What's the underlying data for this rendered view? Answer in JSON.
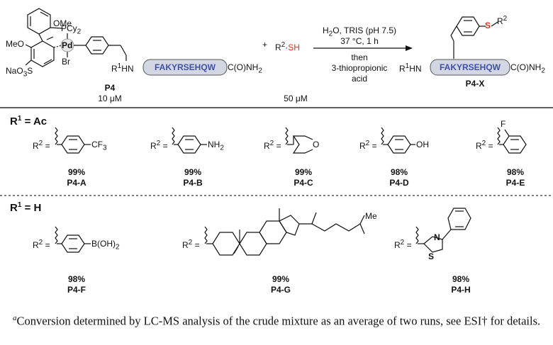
{
  "header": {
    "catalyst": {
      "name": "P4",
      "conc": "10 μM",
      "atoms": {
        "ligand": "PCy",
        "ligand_sub": "2",
        "metal": "Pd",
        "halide": "Br",
        "ome1": "OMe",
        "ome2": "MeO",
        "sulfonate": "NaO",
        "sulfonate_s": "3",
        "sulfonate_tail": "S"
      }
    },
    "peptide": {
      "sequence": "FAKYRSEHQW",
      "n_term": "R",
      "n_term_sup": "1",
      "n_term_tail": "HN",
      "c_term": "C(O)NH",
      "c_term_sub": "2"
    },
    "thiol": {
      "plus": "+",
      "r": "R",
      "r_sup": "2",
      "dot": "·",
      "sh": "SH",
      "conc": "50 μM"
    },
    "conditions": {
      "line1": "H",
      "line1_sub": "2",
      "line1_tail": "O, TRIS (pH 7.5)",
      "line2": "37 °C, 1 h",
      "line3": "then",
      "line4": "3-thiopropionic",
      "line5": "acid"
    },
    "product": {
      "name": "P4-X",
      "s": "S",
      "r": "R",
      "r_sup": "2"
    }
  },
  "section_ac": {
    "title": "R",
    "title_sup": "1",
    "title_tail": " = Ac",
    "items": [
      {
        "name": "P4-A",
        "conversion": "99%",
        "substituent": "CF",
        "substituent_sub": "3"
      },
      {
        "name": "P4-B",
        "conversion": "99%",
        "substituent": "NH",
        "substituent_sub": "2"
      },
      {
        "name": "P4-C",
        "conversion": "99%",
        "substituent": "O",
        "substituent_sub": ""
      },
      {
        "name": "P4-D",
        "conversion": "98%",
        "substituent": "OH",
        "substituent_sub": ""
      },
      {
        "name": "P4-E",
        "conversion": "98%",
        "substituent": "F",
        "substituent_sub": ""
      }
    ]
  },
  "section_h": {
    "title": "R",
    "title_sup": "1",
    "title_tail": " = H",
    "items": [
      {
        "name": "P4-F",
        "conversion": "98%",
        "substituent": "B(OH)",
        "substituent_sub": "2"
      },
      {
        "name": "P4-G",
        "conversion": "99%",
        "substituent": "Me",
        "substituent_sub": ""
      },
      {
        "name": "P4-H",
        "conversion": "98%",
        "substituent": "N",
        "substituent_sub": "S"
      }
    ]
  },
  "r2_label": {
    "r": "R",
    "sup": "2",
    "eq": " ="
  },
  "footnote": {
    "marker": "a",
    "text": "Conversion determined by LC-MS analysis of the crude mixture as an average of two runs, see ESI† for details."
  },
  "colors": {
    "peptide_fill": "#d3d6e3",
    "peptide_text": "#3f51a8",
    "thiol_red": "#d2361e",
    "rule": "#000000"
  }
}
